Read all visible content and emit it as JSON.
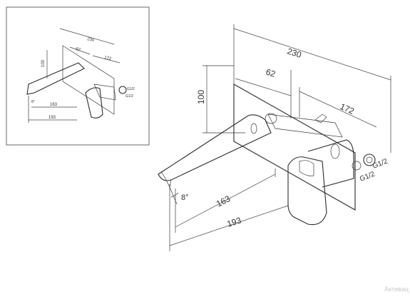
{
  "drawing": {
    "dimensions": {
      "d230": "230",
      "d62": "62",
      "d172": "172",
      "d100": "100",
      "d163": "163",
      "d193": "193",
      "angle": "8°",
      "thread_upper": "G1/2",
      "thread_lower": "G1/2"
    },
    "thumbnail": {
      "d230": "230",
      "d62": "62",
      "d172": "172",
      "d100": "100",
      "d163": "163",
      "d193": "193",
      "angle": "8°",
      "thread_upper": "G1/2",
      "thread_lower": "G1/2"
    }
  },
  "watermark": "Активац"
}
